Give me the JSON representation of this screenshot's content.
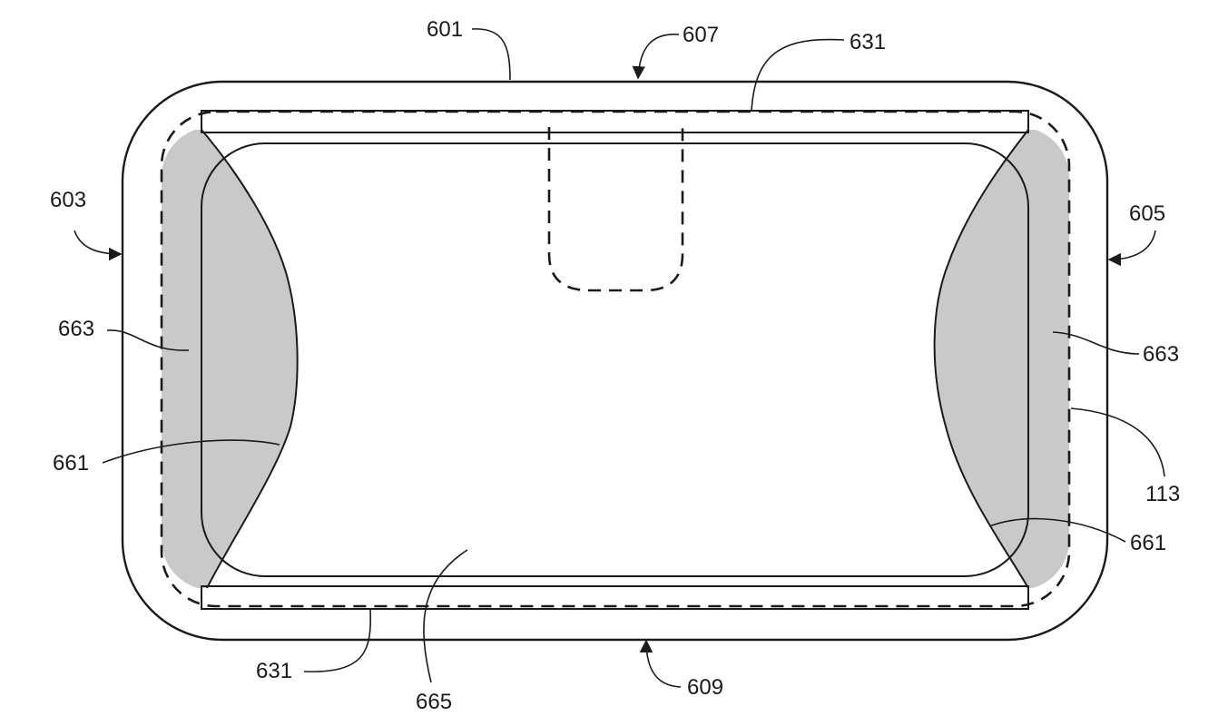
{
  "figure": {
    "colors": {
      "line": "#1a1a1a",
      "shade": "#c9c9c9",
      "background": "#ffffff"
    },
    "labels": {
      "ref_601": "601",
      "ref_607": "607",
      "ref_631_top": "631",
      "ref_603": "603",
      "ref_605": "605",
      "ref_663_left": "663",
      "ref_663_right": "663",
      "ref_661_left": "661",
      "ref_661_right": "661",
      "ref_113": "113",
      "ref_631_bottom": "631",
      "ref_665": "665",
      "ref_609": "609"
    }
  }
}
